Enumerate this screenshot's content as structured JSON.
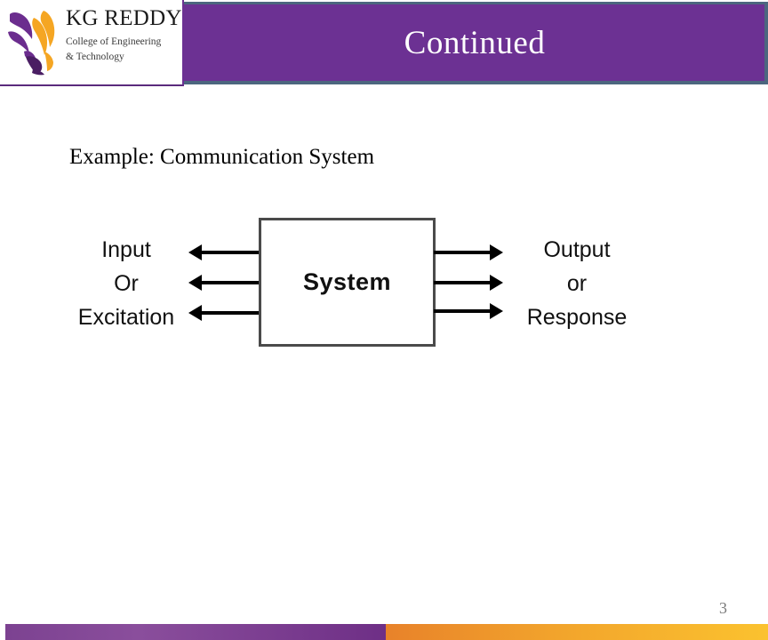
{
  "header": {
    "title": "Continued",
    "band_color": "#6C3193",
    "accent_line_color": "#4C667F",
    "title_color": "#FFFFFF"
  },
  "logo": {
    "name": "KG REDDY",
    "subtitle_line1": "College of Engineering",
    "subtitle_line2": "& Technology",
    "bird_icon": "eagle-icon",
    "bird_purple": "#6B2D8E",
    "bird_gold": "#F5A623"
  },
  "body": {
    "example_heading": "Example: Communication System"
  },
  "diagram": {
    "box_label": "System",
    "box_border_color": "#4A4A4A",
    "arrow_color": "#000000",
    "input_labels": [
      "Input",
      "Or",
      "Excitation"
    ],
    "output_labels": [
      "Output",
      "or",
      "Response"
    ],
    "input_arrow_direction": "left",
    "output_arrow_direction": "right",
    "arrow_count_each_side": 3
  },
  "footer": {
    "page_number": "3",
    "page_number_color": "#7A7A7A",
    "bar_purple": "#7C4291",
    "bar_gold": "#F2A42C"
  }
}
